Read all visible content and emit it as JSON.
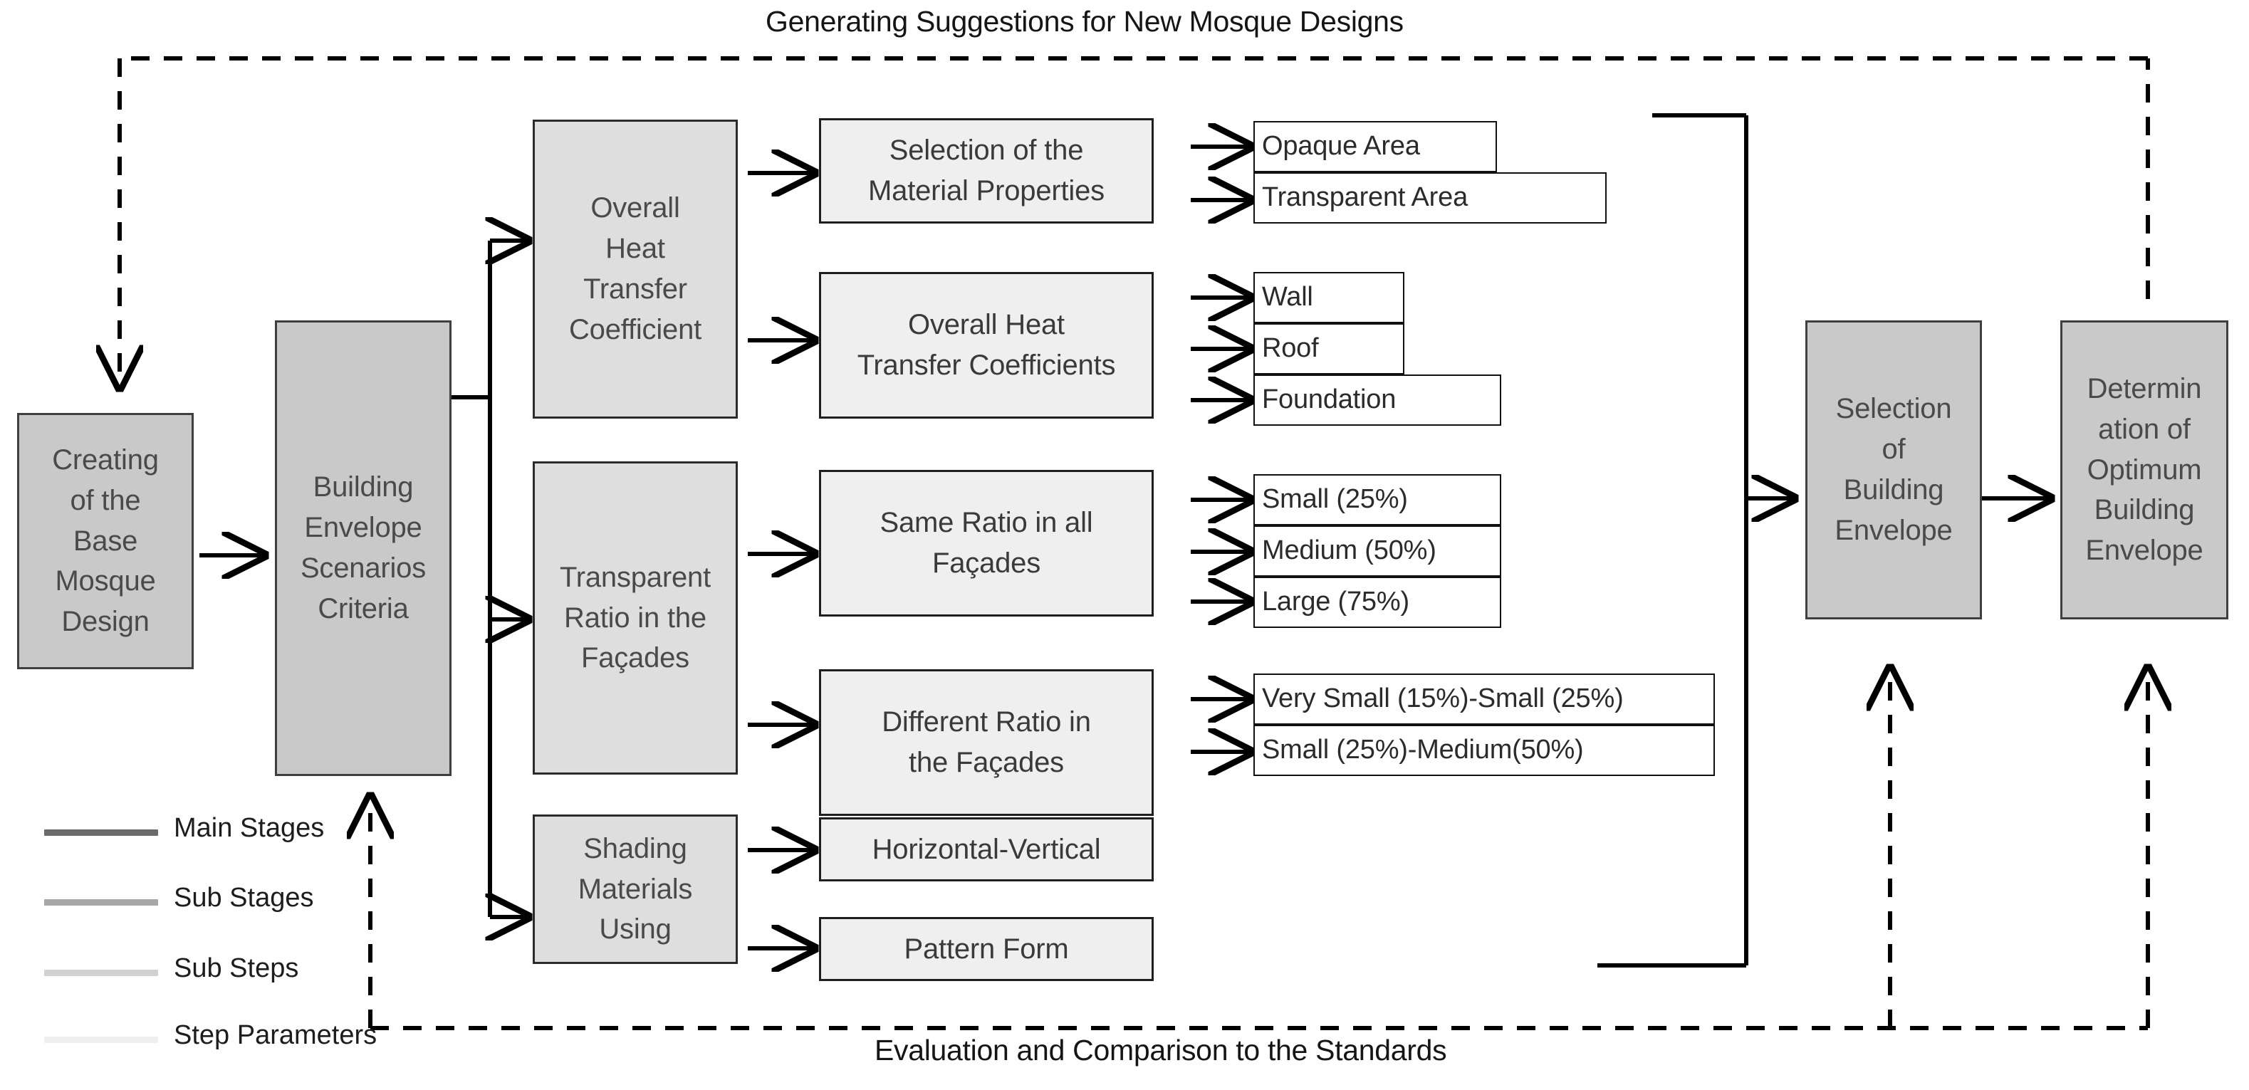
{
  "diagram": {
    "top_caption": "Generating Suggestions for New Mosque Designs",
    "bottom_caption": "Evaluation and Comparison to the Standards"
  },
  "main_stages": [
    {
      "id": "creating-base-mosque",
      "label": "Creating\nof the\nBase\nMosque\nDesign"
    },
    {
      "id": "building-envelope-scenarios",
      "label": "Building\nEnvelope\nScenarios\nCriteria"
    },
    {
      "id": "selection-building-envelope",
      "label": "Selection\nof\nBuilding\nEnvelope"
    },
    {
      "id": "determination-optimum",
      "label": "Determin\nation of\nOptimum\nBuilding\nEnvelope"
    }
  ],
  "sub_stages": [
    {
      "id": "overall-heat-transfer-coefficient",
      "label": "Overall\nHeat\nTransfer\nCoefficient"
    },
    {
      "id": "transparent-ratio-facades",
      "label": "Transparent\nRatio in the\nFaçades"
    },
    {
      "id": "shading-materials-using",
      "label": "Shading\nMaterials\nUsing"
    }
  ],
  "sub_steps": [
    {
      "id": "selection-material-properties",
      "label": "Selection of the\nMaterial Properties"
    },
    {
      "id": "overall-heat-transfer-coefficients",
      "label": "Overall Heat\nTransfer Coefficients"
    },
    {
      "id": "same-ratio-all-facades",
      "label": "Same Ratio in all\nFaçades"
    },
    {
      "id": "different-ratio-facades",
      "label": "Different Ratio in\nthe Façades"
    },
    {
      "id": "horizontal-vertical",
      "label": "Horizontal-Vertical"
    },
    {
      "id": "pattern-form",
      "label": "Pattern Form"
    }
  ],
  "step_parameters": [
    {
      "id": "opaque-area",
      "label": "Opaque Area"
    },
    {
      "id": "transparent-area",
      "label": "Transparent Area"
    },
    {
      "id": "wall",
      "label": "Wall"
    },
    {
      "id": "roof",
      "label": "Roof"
    },
    {
      "id": "foundation",
      "label": "Foundation"
    },
    {
      "id": "small-25",
      "label": "Small (25%)"
    },
    {
      "id": "medium-50",
      "label": "Medium (50%)"
    },
    {
      "id": "large-75",
      "label": "Large (75%)"
    },
    {
      "id": "very-small-15-small-25",
      "label": "Very Small (15%)-Small (25%)"
    },
    {
      "id": "small-25-medium-50",
      "label": "Small (25%)-Medium(50%)"
    }
  ],
  "legend": {
    "items": [
      {
        "id": "main-stages",
        "label": "Main Stages",
        "color": "#6b6b6b"
      },
      {
        "id": "sub-stages",
        "label": "Sub Stages",
        "color": "#a7a7a7"
      },
      {
        "id": "sub-steps",
        "label": "Sub Steps",
        "color": "#d2d2d2"
      },
      {
        "id": "step-parameters",
        "label": "Step Parameters",
        "color": "#efefef"
      }
    ]
  },
  "colors": {
    "main_stage_fill": "#c9c9c9",
    "sub_stage_fill": "#dedede",
    "sub_step_fill": "#efefef",
    "step_parameter_fill": "#ffffff",
    "line": "#000000",
    "text": "#3d3d3d"
  }
}
